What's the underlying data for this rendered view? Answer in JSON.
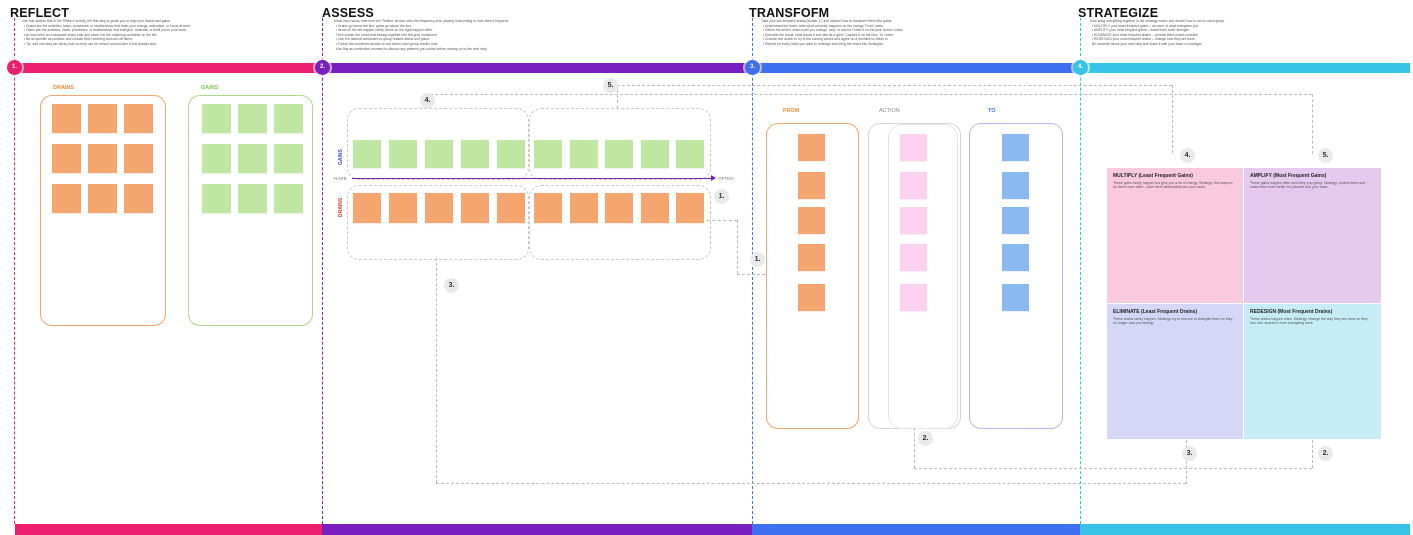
{
  "sections": [
    {
      "id": "reflect",
      "title": "REFLECT",
      "node": "1.",
      "color": "#ec1f6e",
      "desc": "Use this section first in the 'Reflect' activity, the first step to guide you to map your drains and gains.\n  • Drains are the activities, tasks, processes, or relationships that drain your energy, motivation, or focus at work.\n  • Gains are the activities, tasks, processes, or relationships that energize, motivate, or fulfill you in your work.\n  List each item on a separate sticky note and place it in the matching container on the left.\n  • Be as specific as possible and include both recurring and one-off items.\n  • Tip: add one idea per sticky note so they can be moved around later in the Assess step."
    },
    {
      "id": "assess",
      "title": "ASSESS",
      "node": "2.",
      "color": "#7a1fbf",
      "desc": "Move each sticky note from the 'Reflect' section onto the frequency axis, placing it according to how often it happens.\n  • Drains go below the line, gains go above the line.\n  • Items on the left happen rarely, items on the right happen often.\n  Then cluster the notes that belong together into the grey containers.\n  • Use the dashed containers to group related drains and gains.\n  • Follow the numbered arrows to see where each group travels next.\n  Use this as a reflection moment to discuss any patterns you notice before moving on to the next step."
    },
    {
      "id": "transform",
      "title": "TRANSFOFM",
      "node": "3.",
      "color": "#3d6ff0",
      "desc": "Take your low-frequent drains (cluster 3.) and explore how to transform them into gains.\n  • Understand the drain: write what currently happens on the orange 'From' notes.\n  • Define the action: what could you change, stop, or ask for? Note it on the pink 'Action' notes.\n  • Describe the result: what would it look like as a gain? Capture it on the blue 'To' notes.\n  • Choose one action to try in the coming weeks and agree on a moment to check in.\n  • Repeat for every drain you want to redesign and bring the result into Strategize."
    },
    {
      "id": "strategize",
      "title": "STRATEGIZE",
      "node": "4.",
      "color": "#37c3e8",
      "desc": "Now bring everything together in the strategy matrix and decide how to act on each group.\n  • MULTIPLY your least frequent gains – do more of what energizes you.\n  • AMPLIFY your most frequent gains – make them even stronger.\n  • ELIMINATE your least frequent drains – remove them where possible.\n  • REDESIGN your most frequent drains – change how they are done.\n  Be concrete about your next step and share it with your team or manager."
    }
  ],
  "reflect": {
    "drains_label": "DRAINS",
    "gains_label": "GAINS",
    "drain_color": "#f5a66e",
    "gain_color": "#bfe7a2"
  },
  "assess": {
    "gains_label": "GAINS",
    "drains_label": "DRAINS",
    "axis_left": "RARE",
    "axis_right": "OFTEN",
    "num_top_left": "4.",
    "num_top_right": "5.",
    "num_right": "1.",
    "num_bottom": "3."
  },
  "transform": {
    "from_label": "FROM",
    "action_label": "ACTION",
    "to_label": "TO",
    "num_left": "1.",
    "num_bottom": "2.",
    "from_color": "#f5a66e",
    "action_color": "#fbd1ef",
    "to_color": "#8ab8f0"
  },
  "strategize": {
    "num_top_left": "4.",
    "num_top_right": "5.",
    "num_bottom_left": "3.",
    "num_bottom_right": "2.",
    "quadrants": [
      {
        "title": "MULTIPLY (Least Frequent Gains)",
        "color": "#f9c9de",
        "text": "These gains rarely happen but give you a lot of energy. Strategy: find ways to do them more often – plan them deliberately into your week."
      },
      {
        "title": "AMPLIFY (Most Frequent Gains)",
        "color": "#e6c9ee",
        "text": "These gains happen often and keep you going. Strategy: protect them and make them even better for yourself and your team."
      },
      {
        "title": "ELIMINATE (Least Frequent Drains)",
        "color": "#d6d6f7",
        "text": "These drains rarely happen. Strategy: try to remove or delegate them so they no longer cost you energy."
      },
      {
        "title": "REDESIGN (Most Frequent Drains)",
        "color": "#c6ecf5",
        "text": "These drains happen often. Strategy: change the way they are done so they turn into neutral or even energizing work."
      }
    ]
  }
}
